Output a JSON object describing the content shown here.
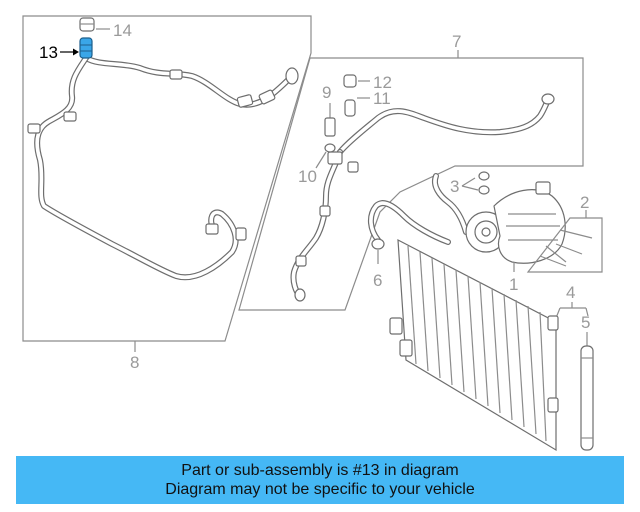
{
  "callouts": {
    "n1": "1",
    "n2": "2",
    "n3": "3",
    "n4": "4",
    "n5": "5",
    "n6": "6",
    "n7": "7",
    "n8": "8",
    "n9": "9",
    "n10": "10",
    "n11": "11",
    "n12": "12",
    "n13": "13",
    "n14": "14"
  },
  "highlighted_part": "13",
  "colors": {
    "banner": "#45b8f5",
    "highlight_part": "#3aa6e8",
    "line_art": "#8c8c8c"
  },
  "banner": {
    "line1": "Part or sub-assembly is #13 in diagram",
    "line2": "Diagram may not be specific to your vehicle"
  }
}
